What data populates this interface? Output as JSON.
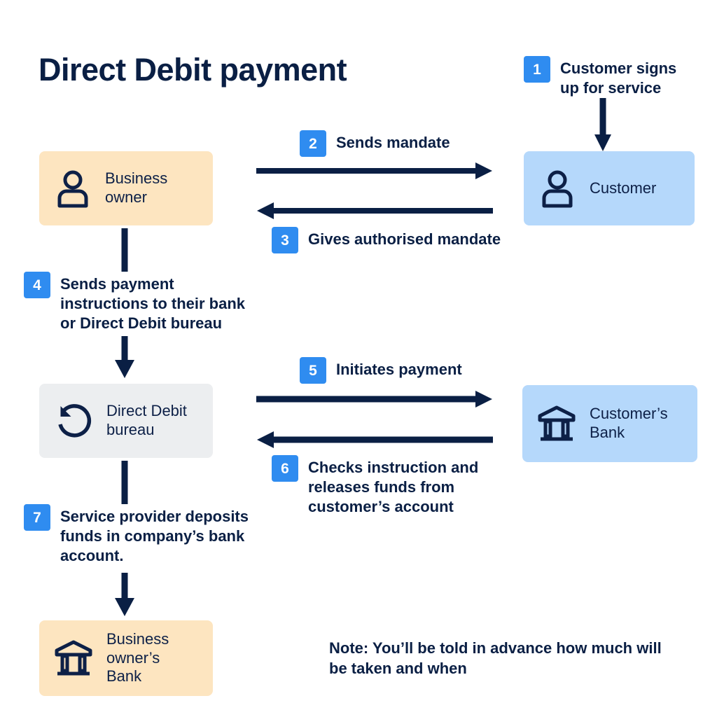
{
  "title": "Direct Debit payment",
  "colors": {
    "navy": "#0a1f44",
    "badge_blue": "#2f8cf0",
    "box_peach": "#fde5c0",
    "box_blue": "#b5d8fb",
    "box_grey": "#eceef0"
  },
  "entities": {
    "business_owner": {
      "label": "Business\nowner",
      "icon": "person-icon",
      "fill": "#fde5c0"
    },
    "customer": {
      "label": "Customer",
      "icon": "person-icon",
      "fill": "#b5d8fb"
    },
    "dd_bureau": {
      "label": "Direct Debit\nbureau",
      "icon": "refresh-loop-icon",
      "fill": "#eceef0"
    },
    "customers_bank": {
      "label": "Customer’s\nBank",
      "icon": "bank-icon",
      "fill": "#b5d8fb"
    },
    "business_owners_bank": {
      "label": "Business\nowner’s Bank",
      "icon": "bank-icon",
      "fill": "#fde5c0"
    }
  },
  "steps": [
    {
      "number": "1",
      "text": "Customer signs\nup for service",
      "direction": "down"
    },
    {
      "number": "2",
      "text": "Sends mandate",
      "direction": "right"
    },
    {
      "number": "3",
      "text": "Gives authorised mandate",
      "direction": "left"
    },
    {
      "number": "4",
      "text": "Sends payment\ninstructions to their bank\nor Direct Debit bureau",
      "direction": "down"
    },
    {
      "number": "5",
      "text": "Initiates payment",
      "direction": "right"
    },
    {
      "number": "6",
      "text": "Checks instruction and\nreleases funds from\ncustomer’s account",
      "direction": "left"
    },
    {
      "number": "7",
      "text": "Service provider deposits\nfunds in company’s bank\naccount.",
      "direction": "down"
    }
  ],
  "note": "Note: You’ll be told in advance how much will\nbe taken and when"
}
